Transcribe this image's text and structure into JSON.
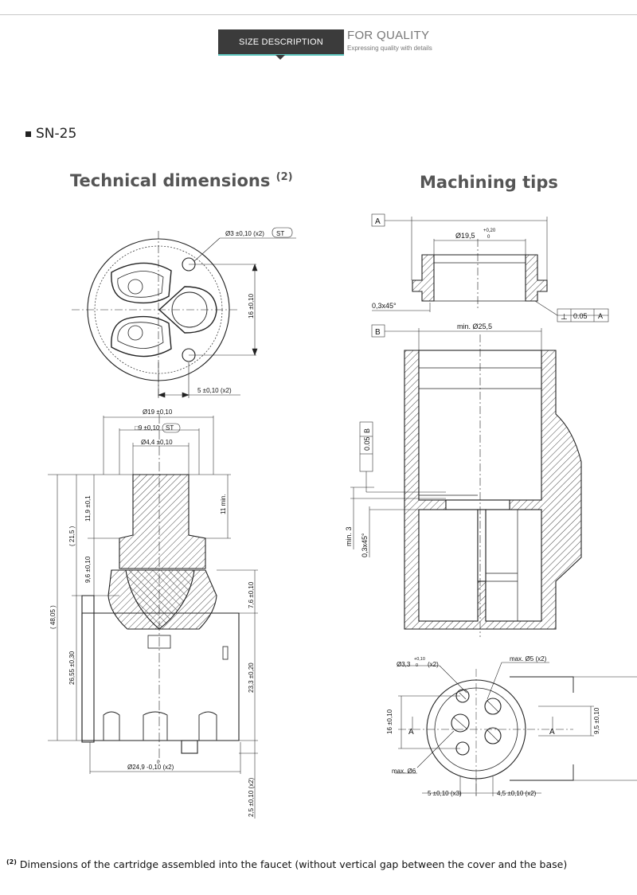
{
  "header": {
    "banner_label": "SIZE DESCRIPTION",
    "title": "FOR QUALITY",
    "tagline": "Expressing quality with details"
  },
  "model": "SN-25",
  "sections": {
    "left_title": "Technical dimensions",
    "left_title_note": "(2)",
    "right_title": "Machining tips"
  },
  "top_view_dims": {
    "hole": "Ø3 ±0,10 (x2)",
    "st": "ST",
    "height": "16 ±0,10",
    "spacing": "5 ±0,10 (x2)"
  },
  "side_view_dims": {
    "d19": "Ø19 ±0,10",
    "sq9": "□9 ±0,10",
    "st": "ST",
    "d44": "Ø4,4 ±0,10",
    "d11_9": "11,9 ±0,1",
    "d21_5": "( 21,5 )",
    "d48_05": "( 48,05 )",
    "d11min": "11 min.",
    "d9_6": "9,6 ±0,10",
    "d7_6": "7,6 ±0,10",
    "d26_55": "26,55 ±0,30",
    "d23_3": "23,3 ±0,20",
    "d24_9": "Ø24,9 -0,10 (x2)",
    "d24_9_up": "0",
    "d2_5": "2,5 ±0,10 (x2)"
  },
  "machining_dims": {
    "datum_a": "A",
    "datum_b": "B",
    "d19_5": "Ø19,5",
    "d19_5_tol_up": "+0,20",
    "d19_5_tol_dn": "0",
    "chamfer_top": "0,3x45°",
    "perp": "⊥",
    "perp_value": "0.05",
    "perp_ref": "A",
    "min25_5": "min. Ø25,5",
    "perp_b_value": "0.05",
    "perp_b_ref": "B",
    "min3": "min. 3",
    "chamfer_mid": "0,3x45°"
  },
  "bottom_view_dims": {
    "d3_3": "Ø3,3",
    "d3_3_tol_up": "+0,10",
    "d3_3_tol_dn": "0",
    "d3_3_x2": "(x2)",
    "max5": "max. Ø5 (x2)",
    "max6": "max. Ø6",
    "d16": "16 ±0,10",
    "d9_5": "9,5 ±0,10",
    "d5": "5 ±0,10 (x3)",
    "d4_5": "4,5 ±0,10 (x2)",
    "section_a": "A"
  },
  "footnote": {
    "marker": "(2)",
    "text": "Dimensions of the cartridge assembled into the faucet (without vertical gap between the cover and the base)"
  },
  "colors": {
    "banner": "#3b3b3b",
    "accent": "#5fc7c0",
    "heading": "#555555"
  }
}
